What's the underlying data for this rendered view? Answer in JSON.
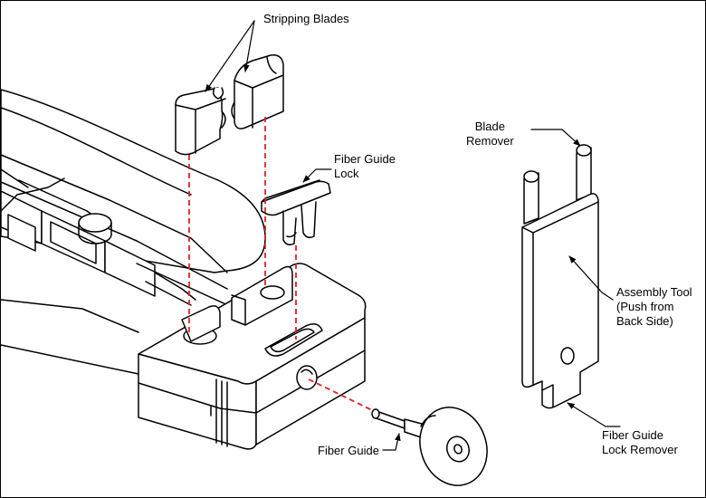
{
  "labels": {
    "stripping_blades": "Stripping Blades",
    "fiber_guide_lock": [
      "Fiber Guide",
      "Lock"
    ],
    "blade_remover": [
      "Blade",
      "Remover"
    ],
    "assembly_tool": [
      "Assembly Tool",
      "(Push from",
      "Back Side)"
    ],
    "fiber_guide_lock_remover": [
      "Fiber Guide",
      "Lock Remover"
    ],
    "fiber_guide": "Fiber Guide"
  },
  "colors": {
    "ink": "#000000",
    "guide_line": "#e02020",
    "fill": "#ffffff"
  }
}
